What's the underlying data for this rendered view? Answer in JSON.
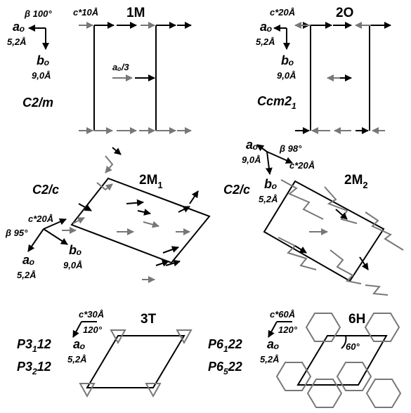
{
  "panels": {
    "m1": {
      "title": "1M",
      "c": "c*10Å",
      "beta": "β 100°",
      "a": "aₒ",
      "a_len": "5,2Å",
      "b": "bₒ",
      "b_len": "9,0Å",
      "shift": "aₒ/3",
      "group": "C2/m"
    },
    "o2": {
      "title": "2O",
      "c": "c*20Å",
      "a": "aₒ",
      "a_len": "5,2Å",
      "b": "bₒ",
      "b_len": "9,0Å",
      "group_main": "Ccm2",
      "group_sub": "1"
    },
    "m21": {
      "title_main": "2M",
      "title_sub": "1",
      "group": "C2/c",
      "c": "c*20Å",
      "beta": "β 95°",
      "b": "bₒ",
      "b_len": "9,0Å",
      "a": "aₒ",
      "a_len": "5,2Å"
    },
    "m22": {
      "title_main": "2M",
      "title_sub": "2",
      "group": "C2/c",
      "a": "aₒ",
      "a_len": "9,0Å",
      "beta": "β 98°",
      "c": "c*20Å",
      "b": "bₒ",
      "b_len": "5,2Å"
    },
    "t3": {
      "title": "3T",
      "c": "c*30Å",
      "angle": "120°",
      "a": "aₒ",
      "a_len": "5,2Å",
      "group1_a": "P3",
      "group1_sub": "1",
      "group1_b": "12",
      "group2_a": "P3",
      "group2_sub": "2",
      "group2_b": "12"
    },
    "h6": {
      "title": "6H",
      "c": "c*60Å",
      "angle": "120°",
      "inner_angle": "60°",
      "a": "aₒ",
      "a_len": "5,2Å",
      "group1_a": "P6",
      "group1_sub": "1",
      "group1_b": "22",
      "group2_a": "P6",
      "group2_sub": "5",
      "group2_b": "22"
    }
  },
  "colors": {
    "black": "#000000",
    "gray": "#777777"
  }
}
